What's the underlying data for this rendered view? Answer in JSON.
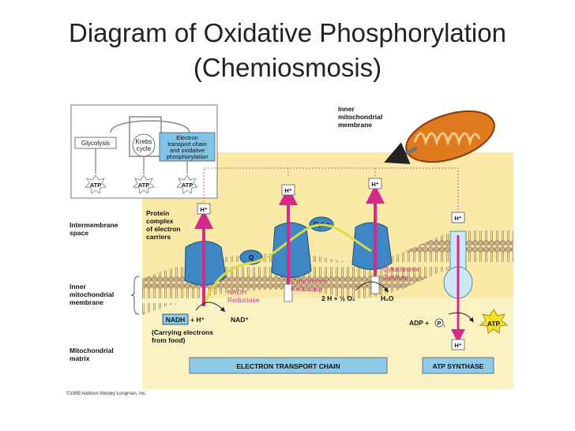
{
  "slide": {
    "title_line1": "Diagram of Oxidative Phosphorylation",
    "title_line2": "(Chemiosmosis)"
  },
  "inset": {
    "glycolysis": "Glycolysis",
    "krebs_line1": "Krebs",
    "krebs_line2": "cycle",
    "etc_line1": "Electron",
    "etc_line2": "transport chain",
    "etc_line3": "and oxidative",
    "etc_line4": "phosphorylation",
    "atp_1": "ATP",
    "atp_2": "ATP",
    "atp_3": "ATP"
  },
  "labels": {
    "inner_membrane_line1": "Inner",
    "inner_membrane_line2": "mitochondrial",
    "inner_membrane_line3": "membrane",
    "intermembrane_line1": "Intermembrane",
    "intermembrane_line2": "space",
    "inner_left_line1": "Inner",
    "inner_left_line2": "mitochondrial",
    "inner_left_line3": "membrane",
    "matrix_line1": "Mitochondrial",
    "matrix_line2": "matrix",
    "protein_line1": "Protein",
    "protein_line2": "complex",
    "protein_line3": "of electron",
    "protein_line4": "carriers",
    "q": "Q",
    "cytc": "Cyt c",
    "nadh_reductase_line1": "NADH",
    "nadh_reductase_line2": "Reductase",
    "cyto_reductase_line1": "Cytochrome",
    "cyto_reductase_line2": "Reductase",
    "cyto_oxidase_line1": "Cytochrome",
    "cyto_oxidase_line2": "Oxidase",
    "nadh": "NADH",
    "plus_h": "+ H⁺",
    "nad": "NAD⁺",
    "water_reaction": "2 H + ½ O₂",
    "water": "H₂O",
    "carrying_line1": "(Carrying electrons",
    "carrying_line2": "from food)",
    "adp": "ADP +",
    "pi": "P",
    "pi_sub": "i",
    "atp_star": "ATP",
    "etc_bar": "ELECTRON TRANSPORT CHAIN",
    "atp_synthase_bar": "ATP SYNTHASE",
    "hplus": "H⁺",
    "copyright": "©1999 Addison Wesley Longman, Inc."
  },
  "colors": {
    "background_panel": "#fbe9a8",
    "membrane_head": "#c9b08a",
    "protein": "#3f86c5",
    "arrow": "#d42a8c",
    "electron_path": "#d9dc45",
    "atp_star": "#f3e21f",
    "bar": "#8ecbe8"
  }
}
